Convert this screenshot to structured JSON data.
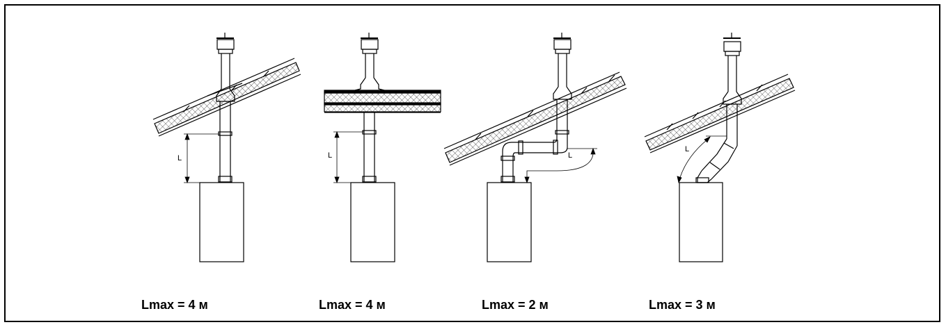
{
  "captions": [
    "Lmax = 4 м",
    "Lmax = 4 м",
    "Lmax = 2 м",
    "Lmax = 3 м"
  ],
  "dimension_label": "L"
}
